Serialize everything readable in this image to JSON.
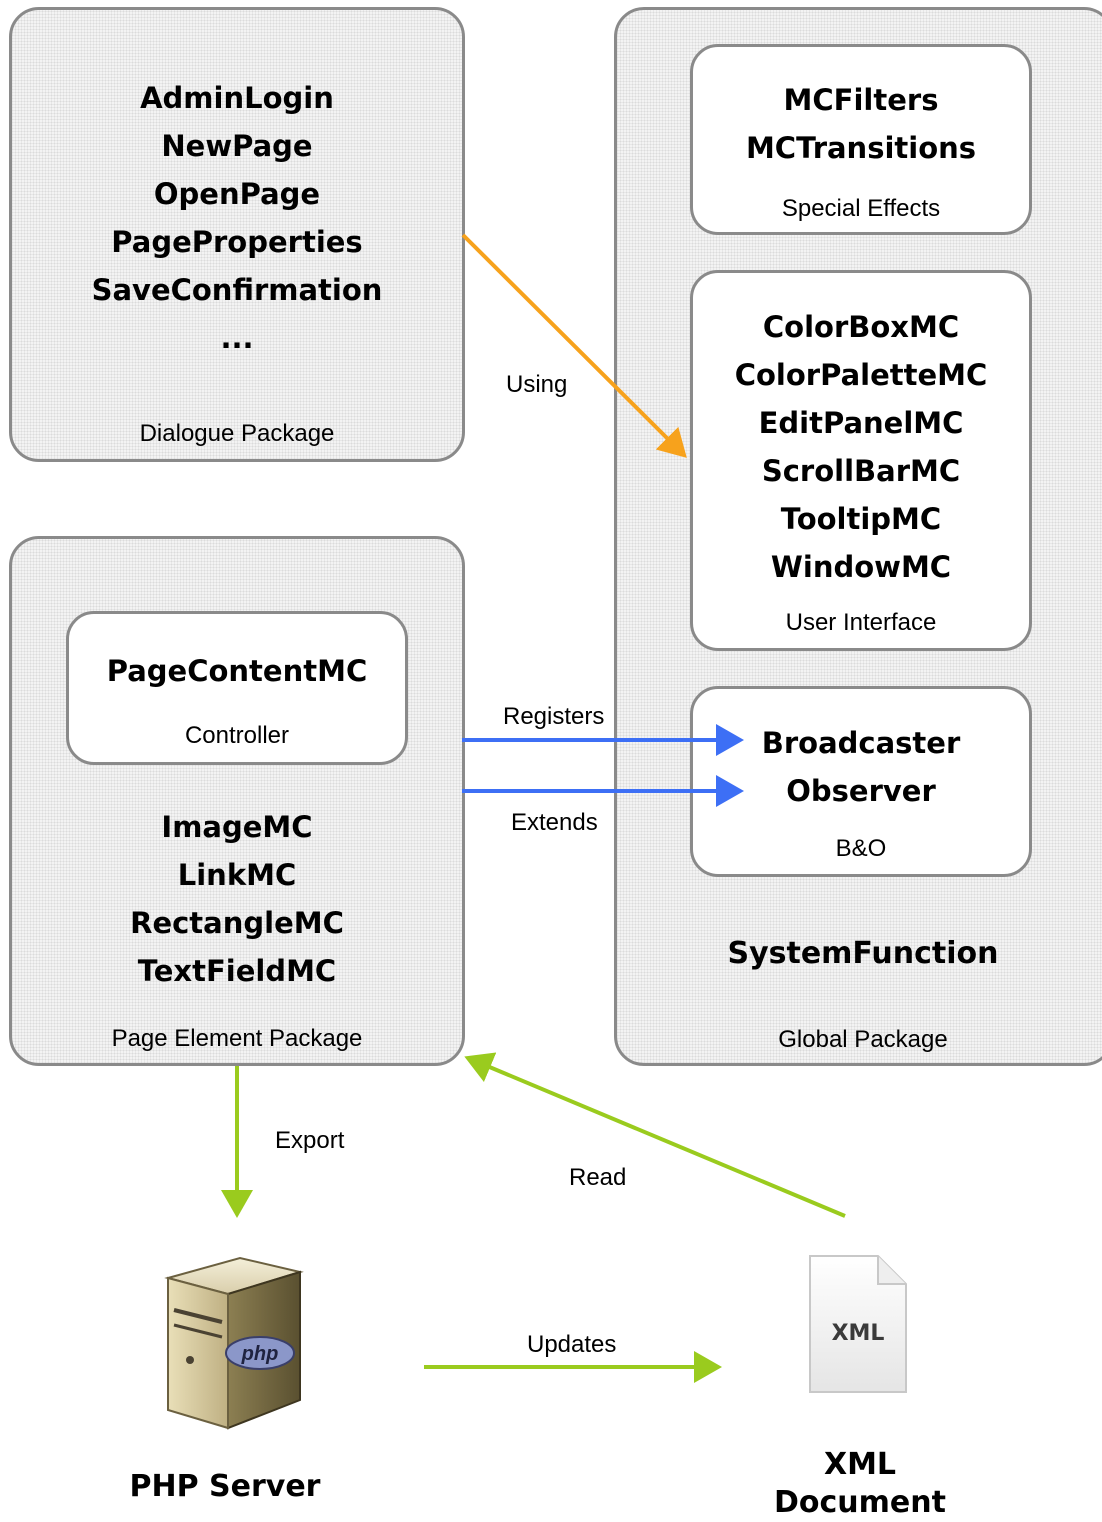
{
  "dialogue_package": {
    "items": [
      "AdminLogin",
      "NewPage",
      "OpenPage",
      "PageProperties",
      "SaveConfirmation",
      "..."
    ],
    "caption": "Dialogue Package"
  },
  "global_package": {
    "caption": "Global Package",
    "title": "SystemFunction",
    "special_effects": {
      "items": [
        "MCFilters",
        "MCTransitions"
      ],
      "caption": "Special Effects"
    },
    "user_interface": {
      "items": [
        "ColorBoxMC",
        "ColorPaletteMC",
        "EditPanelMC",
        "ScrollBarMC",
        "TooltipMC",
        "WindowMC"
      ],
      "caption": "User Interface"
    },
    "bo": {
      "items": [
        "Broadcaster",
        "Observer"
      ],
      "caption": "B&O"
    }
  },
  "page_element_package": {
    "caption": "Page Element Package",
    "controller": {
      "items": [
        "PageContentMC"
      ],
      "caption": "Controller"
    },
    "items": [
      "ImageMC",
      "LinkMC",
      "RectangleMC",
      "TextFieldMC"
    ]
  },
  "relations": {
    "using": "Using",
    "registers": "Registers",
    "extends": "Extends",
    "export": "Export",
    "read": "Read",
    "updates": "Updates"
  },
  "nodes": {
    "php_server": "PHP Server",
    "php_icon_text": "php",
    "xml_document": "XML Document",
    "xml_icon_text": "XML"
  },
  "colors": {
    "using_arrow": "#f7a21c",
    "registers_arrow": "#3d6ff5",
    "extends_arrow": "#3d6ff5",
    "flow_arrow": "#9acb1e",
    "border": "#8a8a8a"
  }
}
